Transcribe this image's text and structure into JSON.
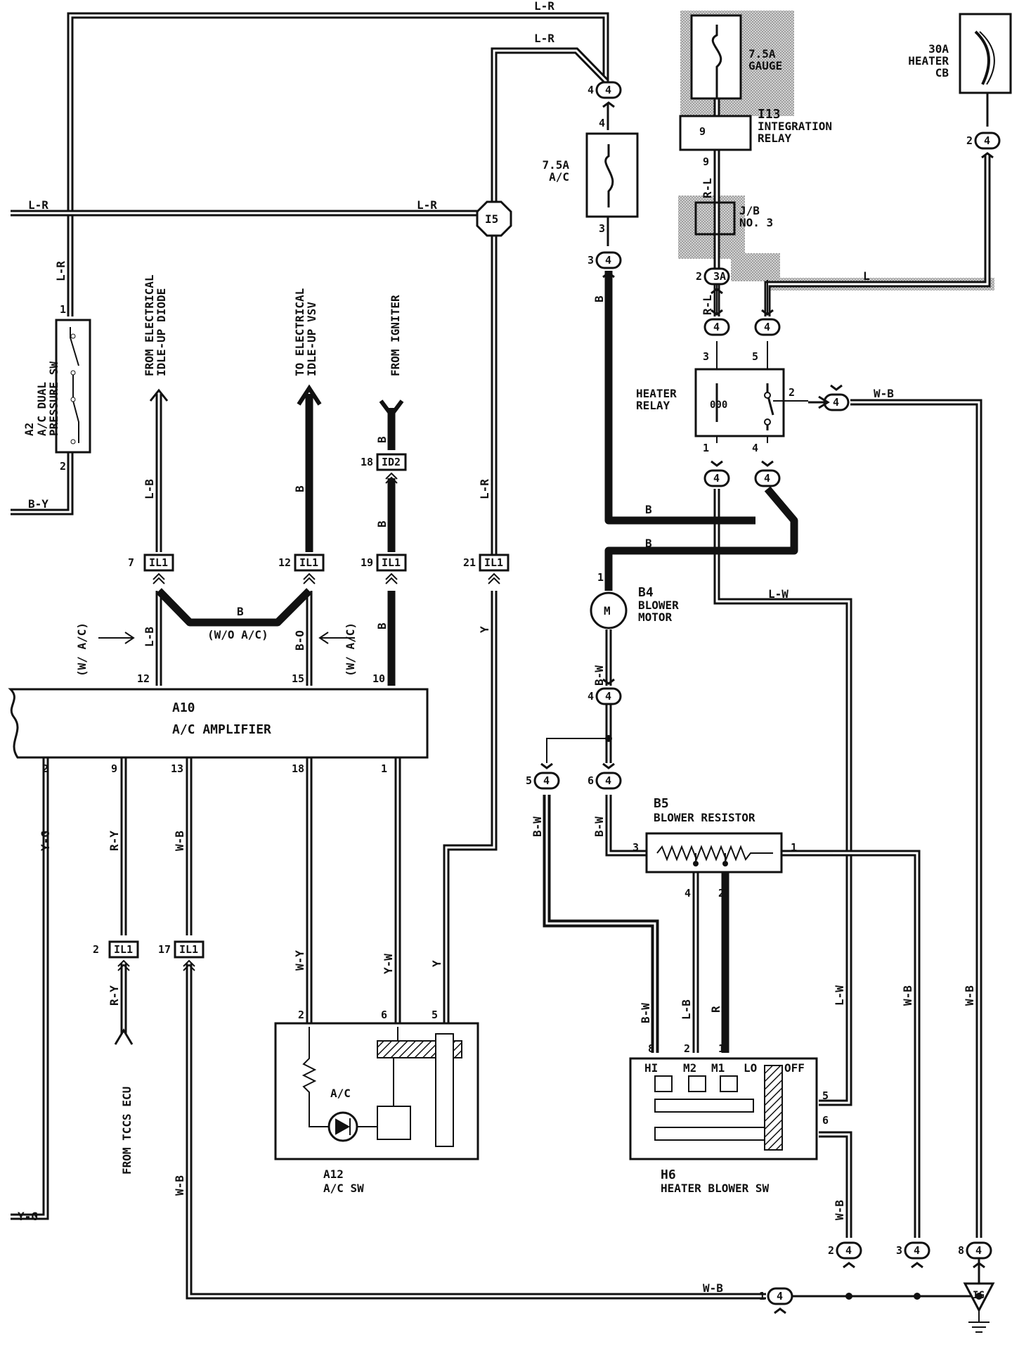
{
  "diagram": {
    "fuses": {
      "gauge": "7.5A\nGAUGE",
      "ac": "7.5A\nA/C",
      "heater_cb": "30A\nHEATER\nCB"
    },
    "integration_relay": {
      "id": "I13",
      "name": "INTEGRATION\nRELAY",
      "pin": "9"
    },
    "jb": "J/B\nNO. 3",
    "jb_connector": "3A",
    "heater_relay": "HEATER\nRELAY",
    "dual_pressure_sw": {
      "id": "A2",
      "name": "A/C DUAL\nPRESSURE SW"
    },
    "amplifier": {
      "id": "A10",
      "name": "A/C AMPLIFIER"
    },
    "ac_sw": {
      "id": "A12",
      "name": "A/C SW",
      "diode_label": "A/C"
    },
    "blower_motor": {
      "id": "B4",
      "name": "BLOWER\nMOTOR",
      "symbol": "M"
    },
    "blower_resistor": {
      "id": "B5",
      "name": "BLOWER RESISTOR"
    },
    "heater_blower_sw": {
      "id": "H6",
      "name": "HEATER BLOWER SW",
      "positions": [
        "HI",
        "M2",
        "M1",
        "LO",
        "OFF"
      ]
    },
    "ground": "IG",
    "junction_i5": "I5",
    "connectors": {
      "c4": "4",
      "il1": "IL1",
      "id2": "ID2"
    },
    "signals": {
      "idle_diode": "FROM ELECTRICAL\nIDLE-UP DIODE",
      "idle_vsv": "TO ELECTRICAL\nIDLE-UP VSV",
      "igniter": "FROM IGNITER",
      "tccs": "FROM TCCS ECU"
    },
    "notes": {
      "w_ac": "(W/ A/C)",
      "wo_ac": "(W/O A/C)"
    },
    "wire_colors": {
      "lr": "L-R",
      "by": "B-Y",
      "yg": "Y-G",
      "lb": "L-B",
      "b": "B",
      "bo": "B-O",
      "y": "Y",
      "ry": "R-Y",
      "wb": "W-B",
      "wy": "W-Y",
      "yw": "Y-W",
      "rl": "R-L",
      "l": "L",
      "lw": "L-W",
      "bw": "B-W",
      "r": "R"
    },
    "pins": {
      "p1": "1",
      "p2": "2",
      "p3": "3",
      "p4": "4",
      "p5": "5",
      "p6": "6",
      "p7": "7",
      "p8": "8",
      "p9": "9",
      "p10": "10",
      "p12": "12",
      "p13": "13",
      "p15": "15",
      "p17": "17",
      "p18": "18",
      "p19": "19",
      "p21": "21"
    }
  },
  "colors": {
    "ink": "#111111",
    "shade": "#b9b9b9",
    "paper": "#ffffff"
  }
}
